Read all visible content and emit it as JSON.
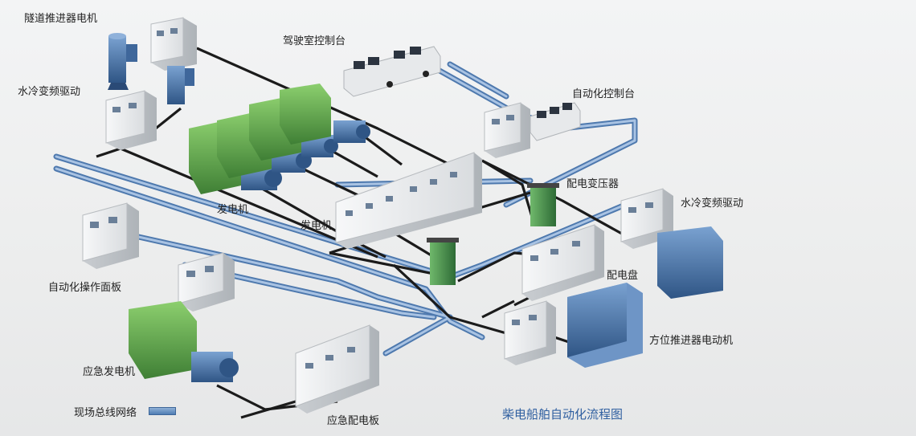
{
  "title": "柴电船舶自动化流程图",
  "legend": {
    "label": "现场总线网络",
    "color": "#5b87bf"
  },
  "labels": {
    "tunnel_thruster_motor": "隧道推进器电机",
    "water_cooled_vfd_left": "水冷变频驱动",
    "bridge_console": "驾驶室控制台",
    "automation_console": "自动化控制台",
    "generator_left": "发电机",
    "generator_center": "发电机",
    "distribution_transformer": "配电变压器",
    "water_cooled_vfd_right": "水冷变频驱动",
    "automation_operator_panel": "自动化操作面板",
    "switchboard": "配电盘",
    "azimuth_thruster_motor": "方位推进器电动机",
    "emergency_generator": "应急发电机",
    "emergency_switchboard": "应急配电板"
  },
  "colors": {
    "cable": "#1a1a1a",
    "bus": "#6f97c8",
    "cabinet": "#eef0f2",
    "engine": "#5aa04a",
    "motor": "#4f78ad",
    "transformer": "#3f8a4a"
  }
}
